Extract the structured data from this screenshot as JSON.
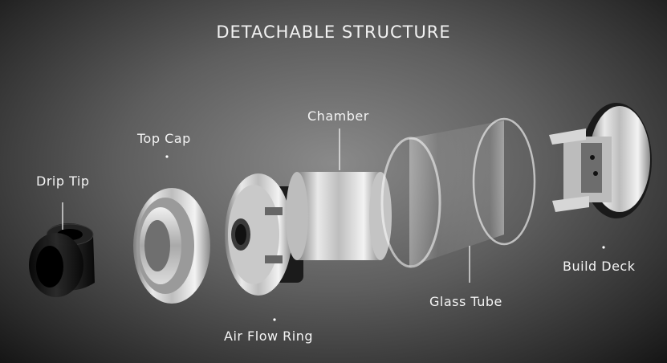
{
  "title": "DETACHABLE STRUCTURE",
  "parts": {
    "drip_tip": "Drip Tip",
    "top_cap": "Top Cap",
    "air_flow_ring": "Air Flow Ring",
    "chamber": "Chamber",
    "glass_tube": "Glass Tube",
    "build_deck": "Build Deck"
  },
  "colors": {
    "label_text": "#f4f4f4",
    "steel": "#cfcfcf",
    "drip_tip_black": "#0e0e0e"
  }
}
